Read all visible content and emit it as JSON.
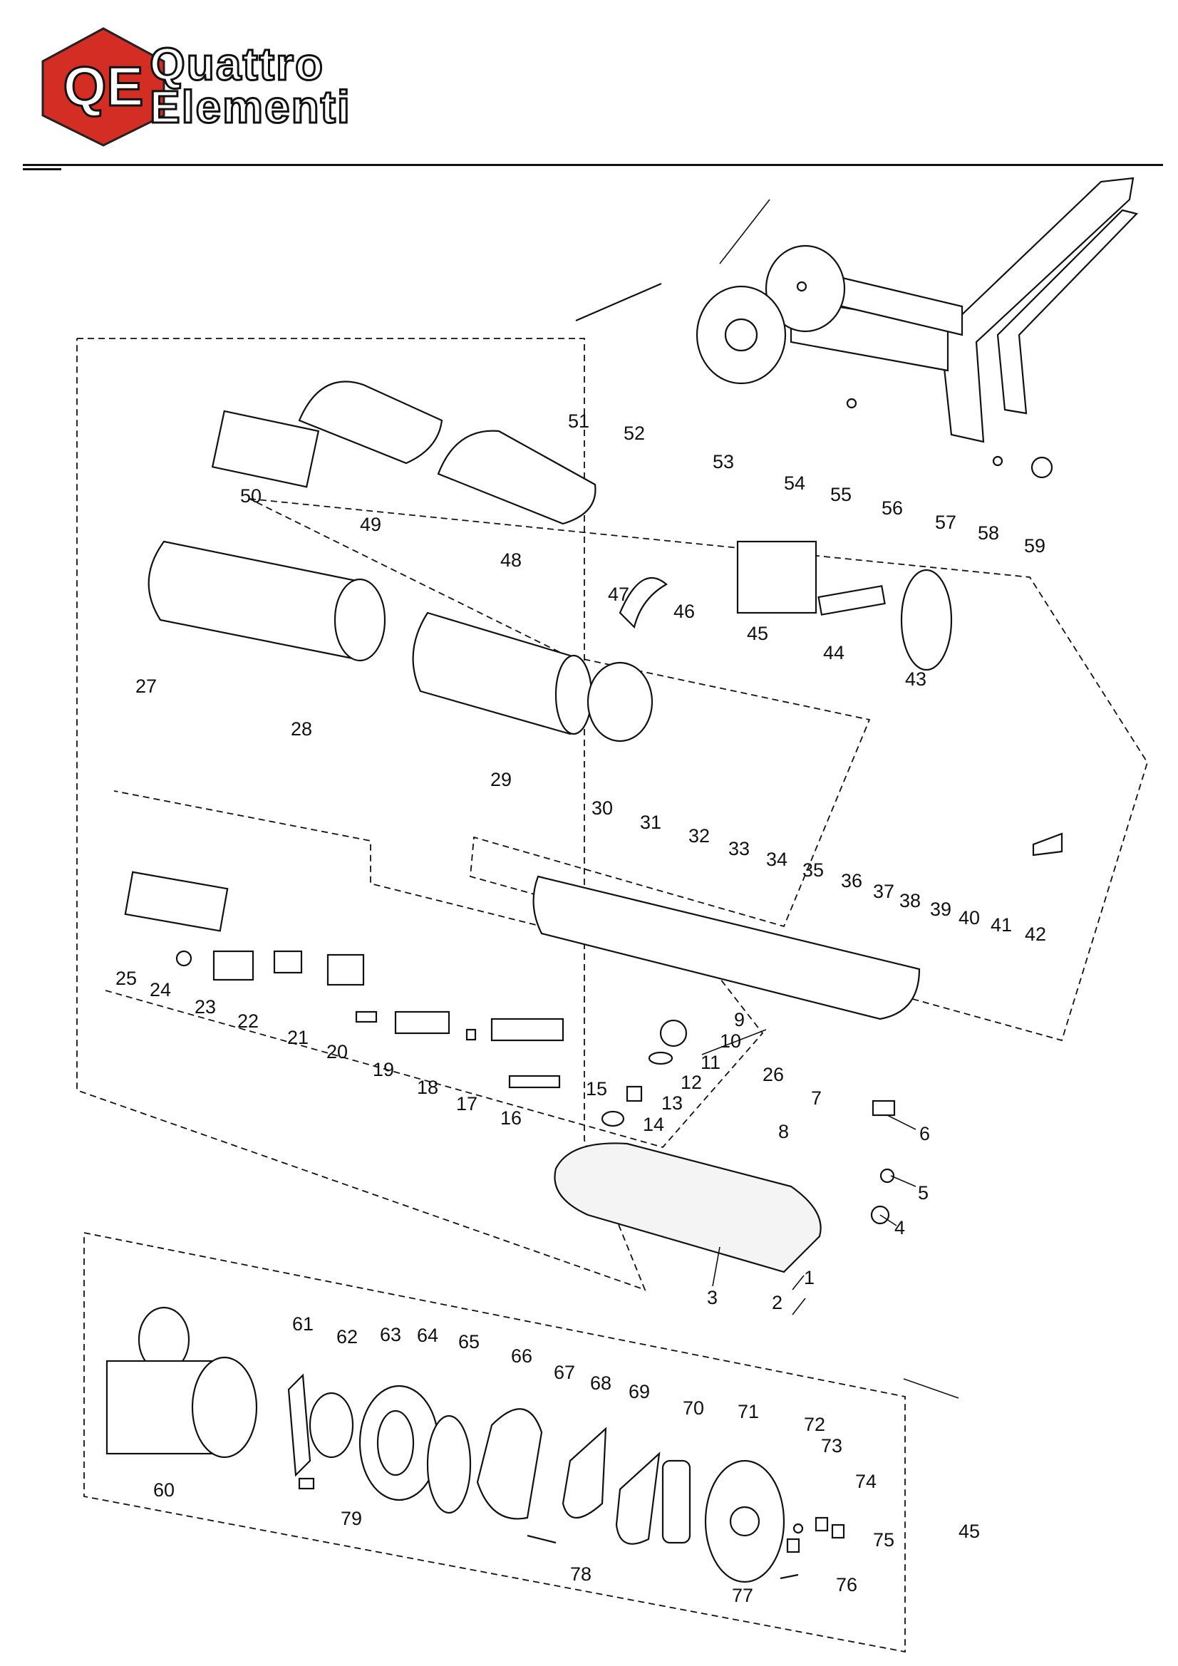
{
  "brand": {
    "logo_letters": "QE",
    "name_line1": "Quattro",
    "name_line2": "Elementi",
    "logo_color": "#d32d24"
  },
  "callouts": [
    "1",
    "2",
    "3",
    "4",
    "5",
    "6",
    "7",
    "8",
    "9",
    "10",
    "11",
    "12",
    "13",
    "14",
    "15",
    "16",
    "17",
    "18",
    "19",
    "20",
    "21",
    "22",
    "23",
    "24",
    "25",
    "26",
    "27",
    "28",
    "29",
    "30",
    "31",
    "32",
    "33",
    "34",
    "35",
    "36",
    "37",
    "38",
    "39",
    "40",
    "41",
    "42",
    "43",
    "44",
    "45",
    "46",
    "47",
    "48",
    "49",
    "50",
    "51",
    "52",
    "53",
    "54",
    "55",
    "56",
    "57",
    "58",
    "59",
    "60",
    "61",
    "62",
    "63",
    "64",
    "65",
    "66",
    "67",
    "68",
    "69",
    "70",
    "71",
    "72",
    "73",
    "74",
    "75",
    "76",
    "77",
    "78",
    "79",
    "45"
  ]
}
